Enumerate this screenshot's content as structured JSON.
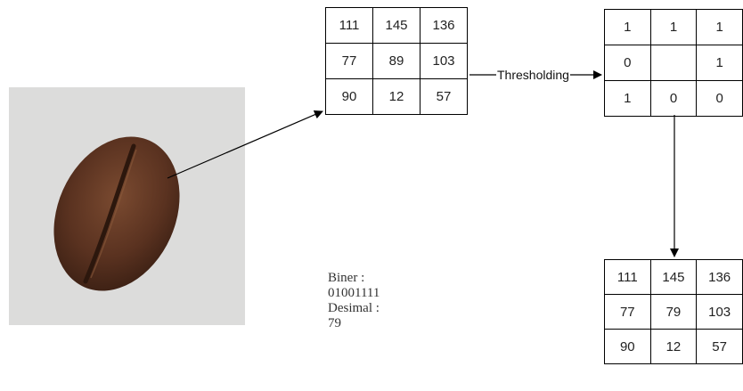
{
  "input_matrix": [
    [
      "111",
      "145",
      "136"
    ],
    [
      "77",
      "89",
      "103"
    ],
    [
      "90",
      "12",
      "57"
    ]
  ],
  "binary_matrix": [
    [
      "1",
      "1",
      "1"
    ],
    [
      "0",
      "",
      "1"
    ],
    [
      "1",
      "0",
      "0"
    ]
  ],
  "output_matrix": [
    [
      "111",
      "145",
      "136"
    ],
    [
      "77",
      "79",
      "103"
    ],
    [
      "90",
      "12",
      "57"
    ]
  ],
  "arrow_label": "Thresholding",
  "result": {
    "biner_label": "Biner :",
    "biner_value": "01001111",
    "desimal_label": "Desimal :",
    "desimal_value": "79"
  }
}
